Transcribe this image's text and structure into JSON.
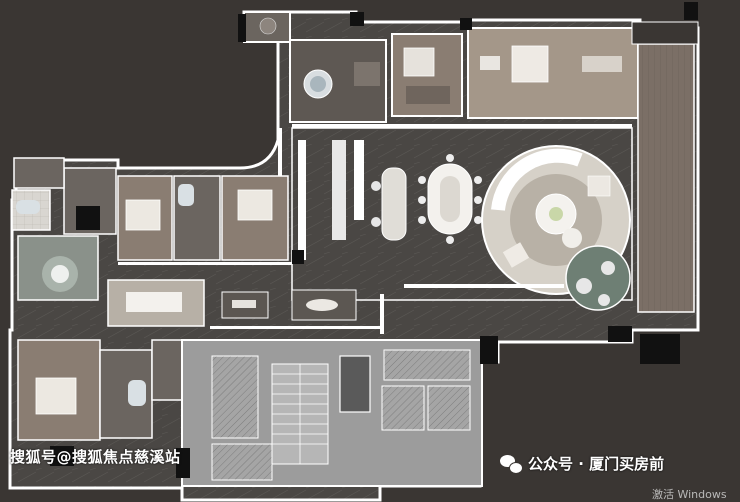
{
  "watermark": {
    "left_text": "搜狐号@搜狐焦点慈溪站",
    "right_text": "公众号 · 厦门买房前",
    "os_notice": "激活 Windows"
  },
  "icons": {
    "wechat": "wechat-icon"
  },
  "colors": {
    "background": "#3a3633",
    "marble": "#4a4744",
    "wall": "#ffffff",
    "bedroom_floor": "#8a7d72",
    "deck": "#7b6f66",
    "core": "#9c9c9c",
    "rug_green": "#6e7f74"
  }
}
